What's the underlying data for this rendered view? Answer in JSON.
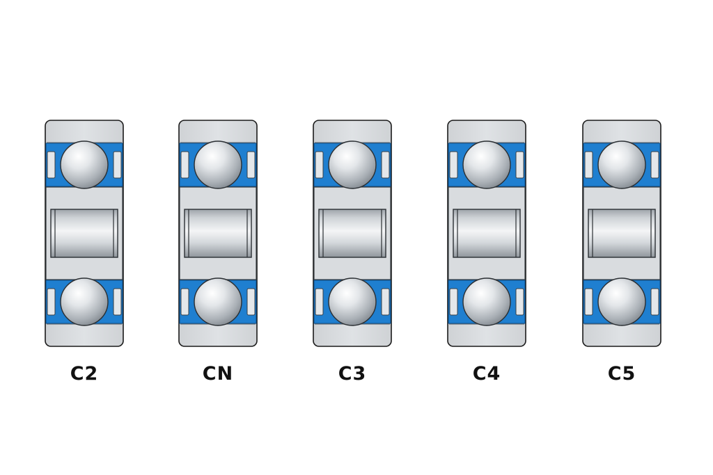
{
  "colors": {
    "background": "#ffffff",
    "ring": "#d6d9dc",
    "ring_stroke": "#1a1a1a",
    "seal": "#1f7fd0",
    "ball": "#c9ced3"
  },
  "bearings": [
    {
      "label": "C2"
    },
    {
      "label": "CN"
    },
    {
      "label": "C3"
    },
    {
      "label": "C4"
    },
    {
      "label": "C5"
    }
  ]
}
